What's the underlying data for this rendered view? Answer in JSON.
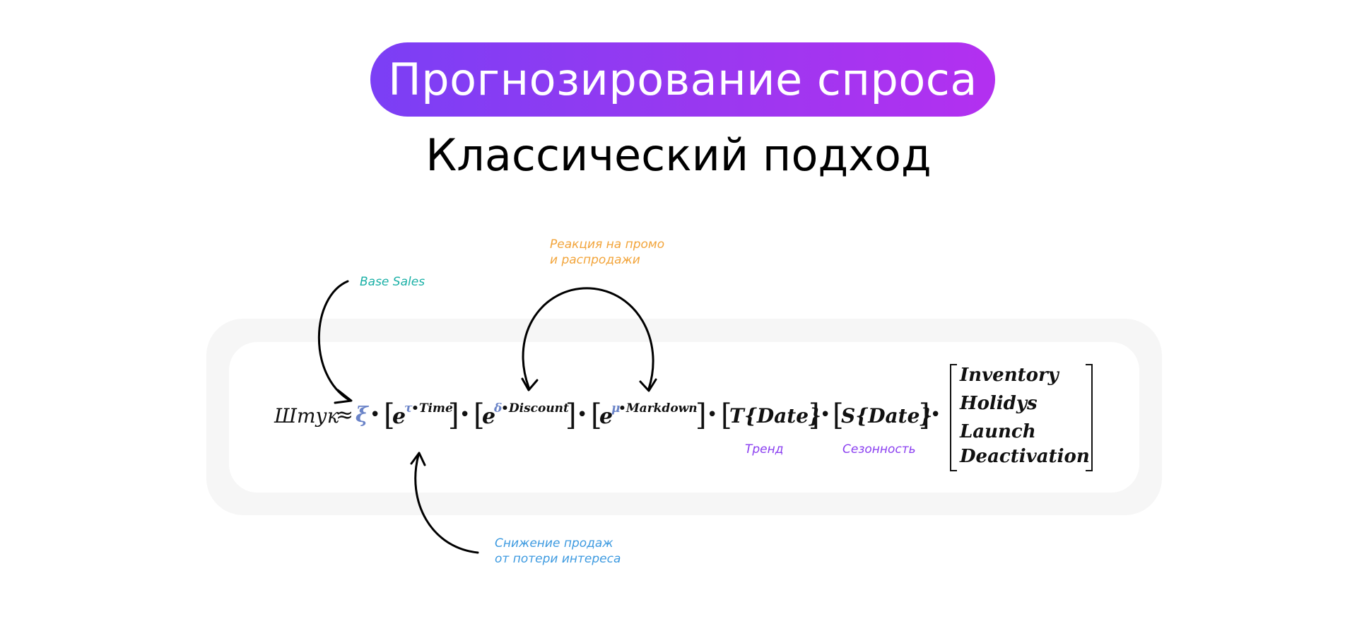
{
  "header": {
    "title": "Прогнозирование спроса",
    "subtitle": "Классический подход"
  },
  "colors": {
    "pill_gradient_start": "#7b3ff5",
    "pill_gradient_end": "#b330f0",
    "annotation_teal": "#1ab0a6",
    "annotation_orange": "#f2a43a",
    "annotation_blue": "#3d9ae0",
    "annotation_purple": "#8a3ef0",
    "formula_greek": "#6b84c8"
  },
  "formula": {
    "lhs": "Штук",
    "approx": "≈",
    "xi": "ξ",
    "dot": "•",
    "term_time": {
      "base": "e",
      "greek": "τ",
      "sup": "•Time"
    },
    "term_discount": {
      "base": "e",
      "greek": "δ",
      "sup": "•Discount"
    },
    "term_markdown": {
      "base": "e",
      "greek": "μ",
      "sup": "•Markdown"
    },
    "term_trend": "T{Date}",
    "term_season": "S{Date}",
    "matrix_items": [
      "Inventory",
      "Holidys",
      "Launch",
      "Deactivation"
    ]
  },
  "annotations": {
    "base_sales": "Base Sales",
    "promo_line1": "Реакция на промо",
    "promo_line2": "и распродажи",
    "decline_line1": "Снижение продаж",
    "decline_line2": "от потери интереса",
    "trend": "Тренд",
    "season": "Сезонность"
  },
  "icons": {
    "arrow_base_sales": "curved-arrow-icon",
    "arrow_promo": "double-curved-arrow-icon",
    "arrow_decline": "curved-arrow-icon"
  }
}
